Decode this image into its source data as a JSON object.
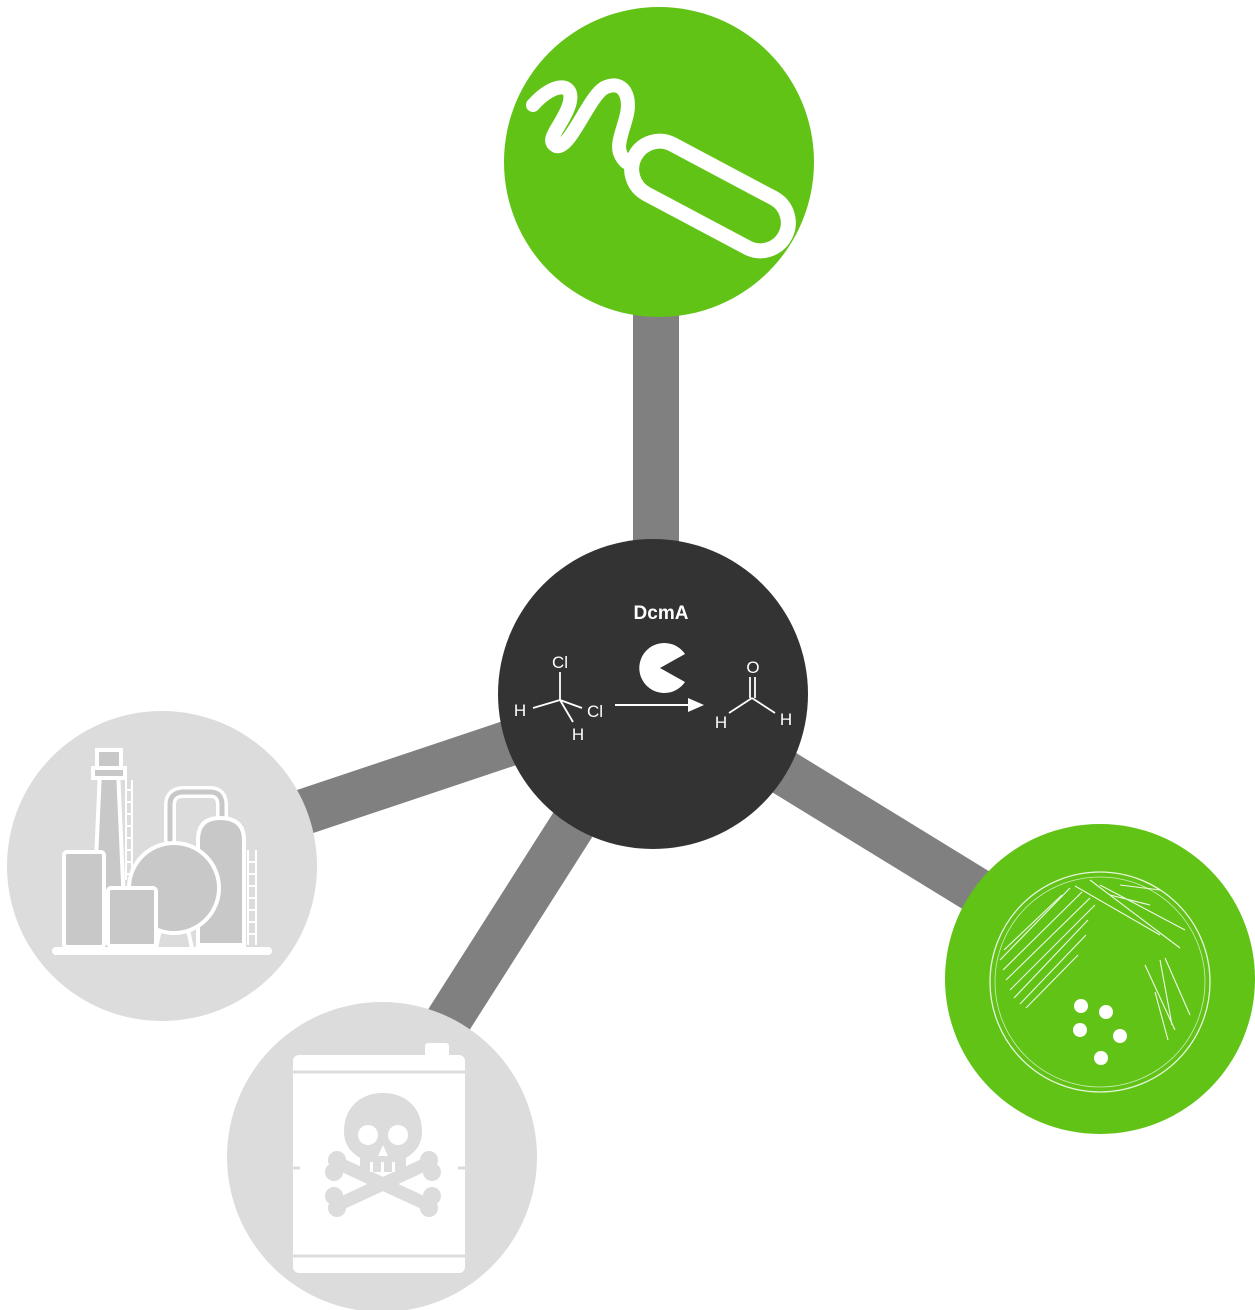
{
  "colors": {
    "green": "#61c316",
    "gray_node": "#dcdcdc",
    "center": "#333333",
    "spoke": "#808080",
    "icon_white": "#ffffff"
  },
  "center": {
    "enzyme": "DcmA",
    "reactant": {
      "cl_top": "Cl",
      "cl_right": "Cl",
      "h_left": "H",
      "h_bottom": "H"
    },
    "product": {
      "o_top": "O",
      "h_left": "H",
      "h_right": "H"
    }
  },
  "nodes": [
    {
      "id": "bacterium",
      "color": "green",
      "icon": "bacterium-icon"
    },
    {
      "id": "petri-dish",
      "color": "green",
      "icon": "petri-dish-icon"
    },
    {
      "id": "factory",
      "color": "gray",
      "icon": "factory-icon"
    },
    {
      "id": "toxic-barrel",
      "color": "gray",
      "icon": "toxic-barrel-icon"
    }
  ]
}
